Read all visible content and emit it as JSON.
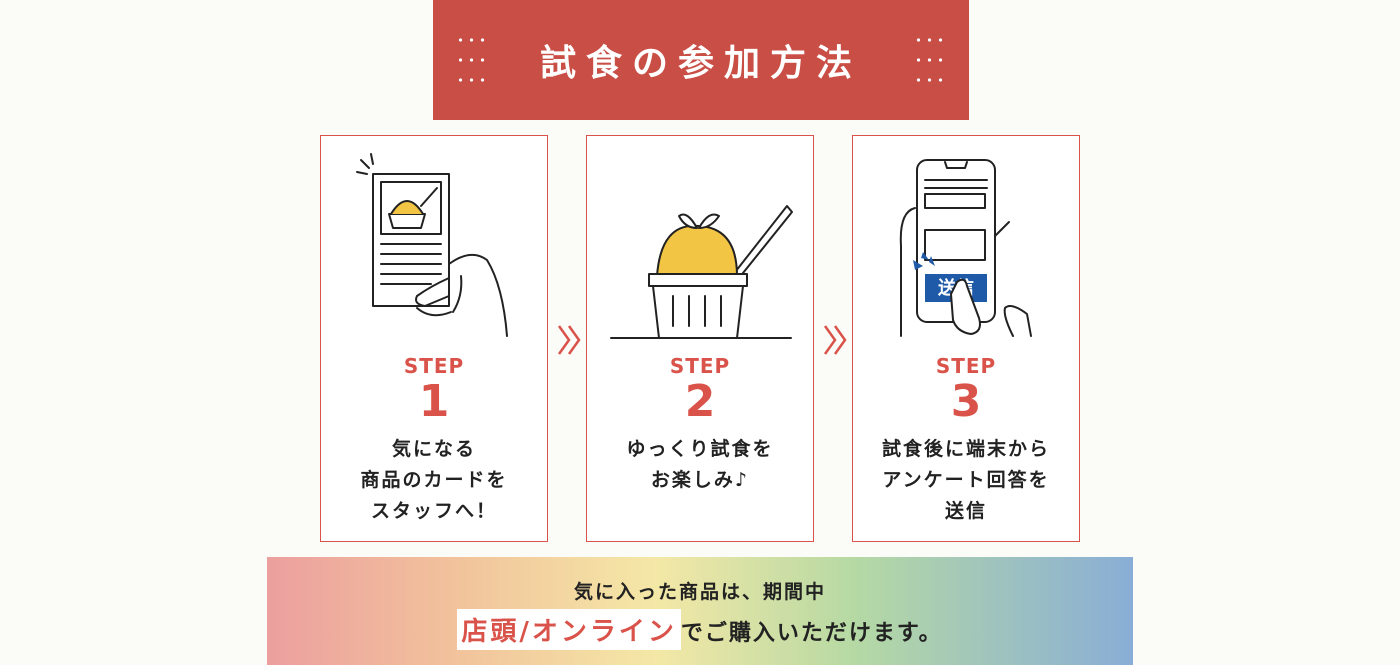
{
  "header": {
    "title": "試食の参加方法"
  },
  "steps": [
    {
      "label": "STEP",
      "number": "1",
      "lines": [
        "気になる",
        "商品のカードを",
        "スタッフへ！"
      ]
    },
    {
      "label": "STEP",
      "number": "2",
      "lines": [
        "ゆっくり試食を",
        "お楽しみ♪"
      ]
    },
    {
      "label": "STEP",
      "number": "3",
      "lines": [
        "試食後に端末から",
        "アンケート回答を",
        "送信"
      ],
      "phone_button": "送信"
    }
  ],
  "bottom": {
    "line1": "気に入った商品は、期間中",
    "highlight": "店頭/オンライン",
    "line2_rest": "でご購入いただけます。"
  },
  "colors": {
    "accent": "#d9534a",
    "banner": "#c94e45"
  },
  "icons": [
    "card-in-hand-icon",
    "dessert-cup-icon",
    "smartphone-survey-icon",
    "double-chevron-right-icon"
  ]
}
